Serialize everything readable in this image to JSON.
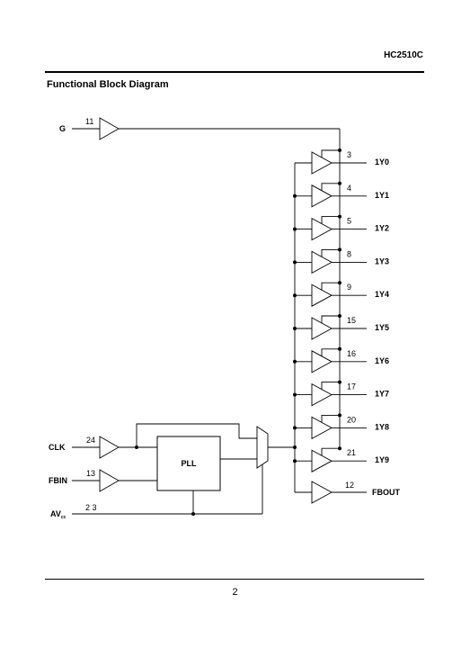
{
  "header": {
    "part_number": "HC2510C"
  },
  "section_title": "Functional Block Diagram",
  "footer": {
    "page_number": "2"
  },
  "diagram": {
    "inputs": {
      "g": {
        "label": "G",
        "pin": "11"
      },
      "clk": {
        "label": "CLK",
        "pin": "24"
      },
      "fbin": {
        "label": "FBIN",
        "pin": "13"
      },
      "avcc": {
        "label": "AV",
        "label_sub": "cc",
        "pin": "2 3"
      }
    },
    "pll_label": "PLL",
    "outputs": [
      {
        "label": "1Y0",
        "pin": "3"
      },
      {
        "label": "1Y1",
        "pin": "4"
      },
      {
        "label": "1Y2",
        "pin": "5"
      },
      {
        "label": "1Y3",
        "pin": "8"
      },
      {
        "label": "1Y4",
        "pin": "9"
      },
      {
        "label": "1Y5",
        "pin": "15"
      },
      {
        "label": "1Y6",
        "pin": "16"
      },
      {
        "label": "1Y7",
        "pin": "17"
      },
      {
        "label": "1Y8",
        "pin": "20"
      },
      {
        "label": "1Y9",
        "pin": "21"
      }
    ],
    "fbout": {
      "label": "FBOUT",
      "pin": "12"
    }
  }
}
